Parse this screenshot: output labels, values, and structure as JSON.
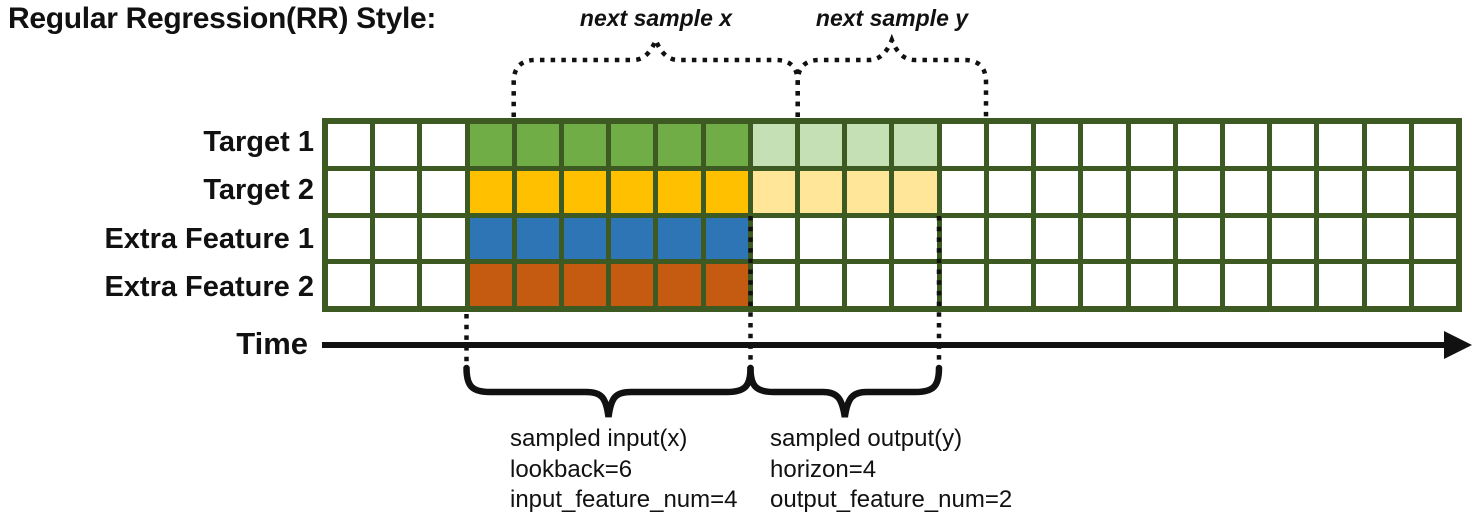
{
  "title": "Regular Regression(RR) Style:",
  "annotations": {
    "next_sample_x": "next sample x",
    "next_sample_y": "next sample y"
  },
  "time_axis": {
    "label": "Time"
  },
  "grid": {
    "columns": 24,
    "input_start_col": 4,
    "lookback": 6,
    "horizon": 4,
    "rows": [
      {
        "label": "Target 1",
        "dark_color": "#70AD47",
        "light_color": "#C5E0B4",
        "has_output": true
      },
      {
        "label": "Target 2",
        "dark_color": "#FFC000",
        "light_color": "#FFE699",
        "has_output": true
      },
      {
        "label": "Extra Feature 1",
        "dark_color": "#2E75B6",
        "light_color": null,
        "has_output": false
      },
      {
        "label": "Extra Feature 2",
        "dark_color": "#C55A11",
        "light_color": null,
        "has_output": false
      }
    ]
  },
  "input_block": {
    "lines": [
      "sampled input(x)",
      "lookback=6",
      "input_feature_num=4"
    ]
  },
  "output_block": {
    "lines": [
      "sampled output(y)",
      "horizon=4",
      "output_feature_num=2"
    ]
  },
  "colors": {
    "ink": "#111111",
    "grid_border": "#3C5A21",
    "cell_fill": "#FFFFFF"
  }
}
